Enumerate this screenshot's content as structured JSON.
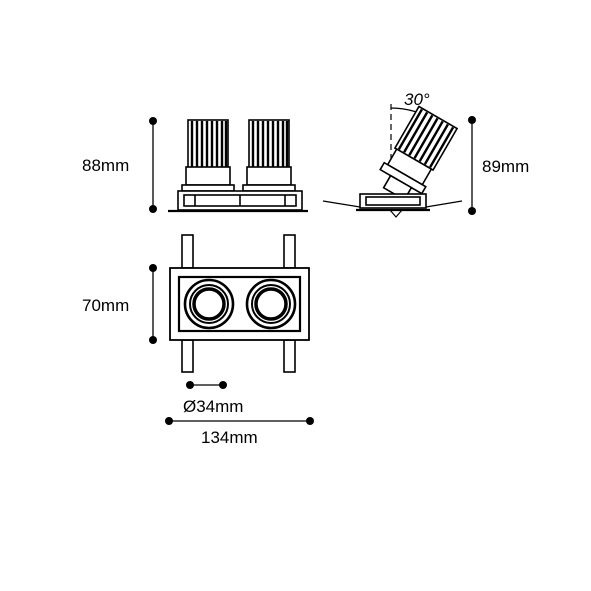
{
  "drawing": {
    "front_height_label": "88mm",
    "side_height_label": "89mm",
    "tilt_angle_label": "30°",
    "plan_depth_label": "70mm",
    "aperture_label": "Ø34mm",
    "width_label": "134mm"
  },
  "colors": {
    "line": "#000000",
    "background": "#ffffff"
  }
}
